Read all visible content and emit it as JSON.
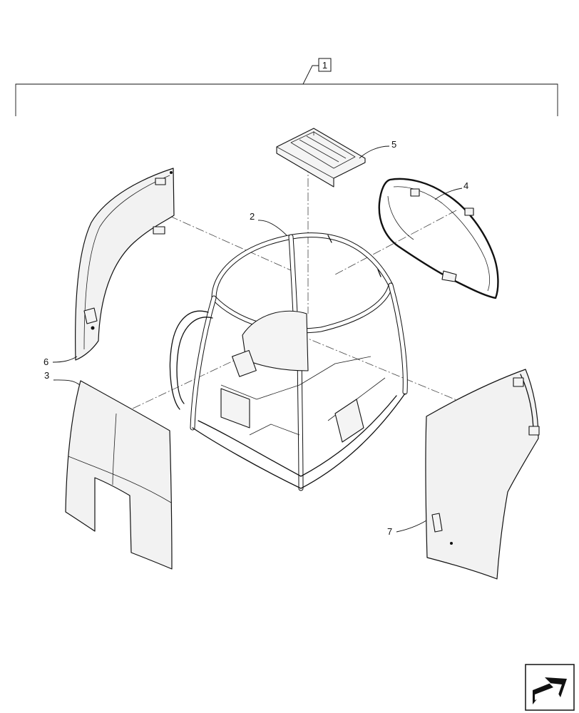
{
  "callouts": {
    "assembly": "1",
    "frame": "2",
    "front_windshield": "3",
    "right_rear_window": "4",
    "roof_panel": "5",
    "left_door_window": "6",
    "right_door_window": "7"
  },
  "icons": {
    "navigation": "next-page-arrow-icon"
  }
}
